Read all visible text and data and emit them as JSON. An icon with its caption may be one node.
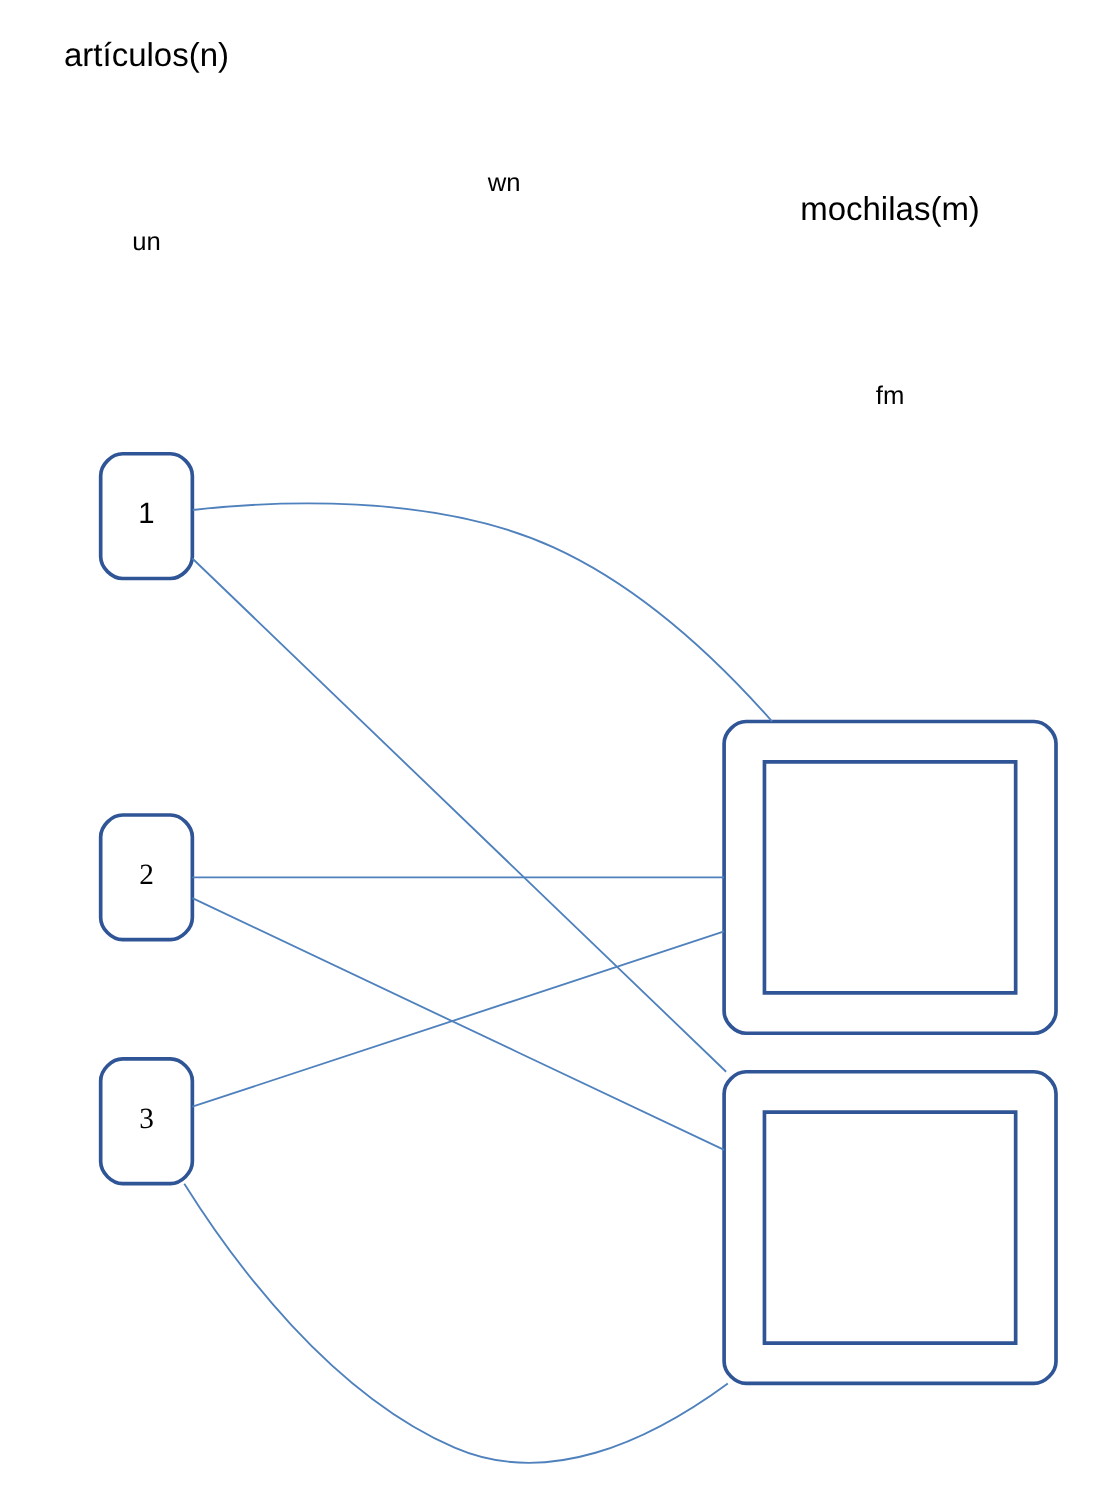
{
  "diagram": {
    "nodes": [
      {
        "text": [
          "1"
        ]
      },
      {
        "text": [
          "2"
        ]
      },
      {
        "text": [
          "3"
        ]
      },
      {
        "text": [],
        "shape": "box"
      },
      {
        "text": [],
        "shape": "box",
        "in": 3
      },
      {
        "text": [],
        "shape": "box"
      },
      {
        "text": [],
        "shape": "box",
        "in": 5
      }
    ],
    "edges": [
      {
        "from": 0,
        "to": 3,
        "arrow": "none"
      },
      {
        "from": 0,
        "to": 5,
        "arrow": "none"
      },
      {
        "from": 1,
        "to": 3,
        "arrow": "none"
      },
      {
        "from": 1,
        "to": 5,
        "arrow": "none"
      },
      {
        "from": 2,
        "to": 3,
        "arrow": "none"
      },
      {
        "from": 2,
        "to": 5,
        "arrow": "none"
      }
    ],
    "labels": [
      "artículos(n)",
      "mochilas(m)",
      "un",
      "wn",
      "fm"
    ]
  }
}
